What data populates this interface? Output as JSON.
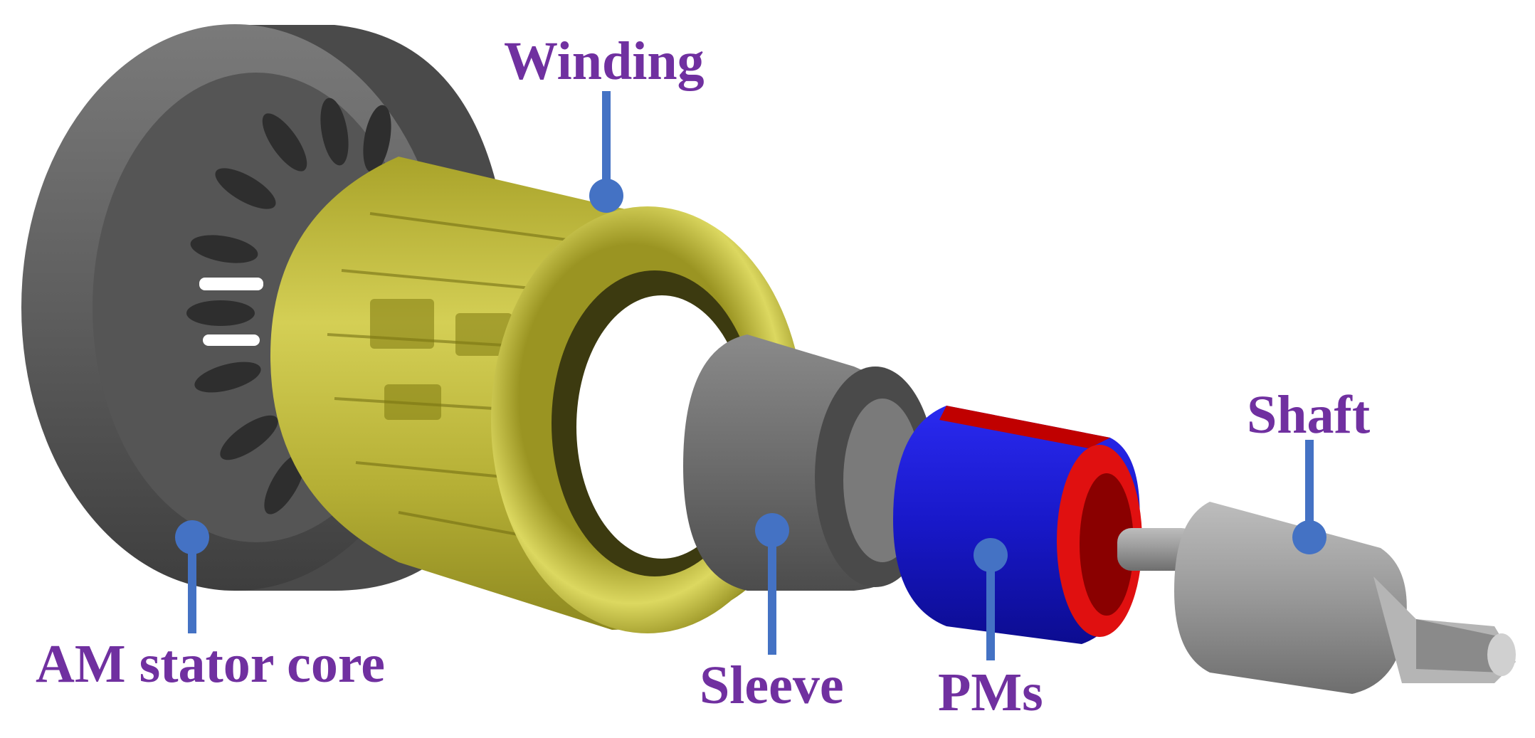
{
  "labels": {
    "winding": "Winding",
    "stator": "AM stator core",
    "sleeve": "Sleeve",
    "pms": "PMs",
    "shaft": "Shaft"
  },
  "colors": {
    "label_text": "#7030A0",
    "leader": "#4472C4",
    "stator": "#5a5a5a",
    "winding": "#c8c23a",
    "sleeve": "#6a6a6a",
    "pm_blue": "#1f1fd8",
    "pm_red": "#e01010",
    "shaft": "#a0a0a0"
  }
}
